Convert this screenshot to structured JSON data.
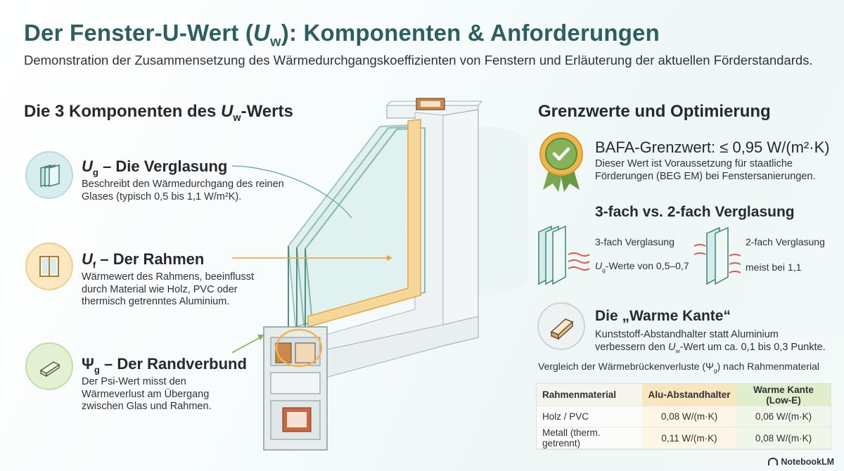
{
  "header": {
    "title_main": "Der Fenster-U-Wert (",
    "title_u": "U",
    "title_sub": "w",
    "title_rest": "): Komponenten & Anforderungen",
    "subtitle": "Demonstration der Zusammensetzung des Wärmedurchgangskoeffizienten von Fenstern und Erläuterung der aktuellen Förderstandards."
  },
  "left": {
    "heading_pre": "Die 3 Komponenten des ",
    "heading_u": "U",
    "heading_sub": "w",
    "heading_post": "-Werts",
    "components": [
      {
        "sym": "U",
        "sub": "g",
        "label": " – Die Verglasung",
        "icon": "glass-panes-icon",
        "desc": "Beschreibt den Wärmedurchgang des reinen Glases (typisch 0,5 bis 1,1 W/m²K)."
      },
      {
        "sym": "U",
        "sub": "f",
        "label": " – Der Rahmen",
        "icon": "window-frame-icon",
        "desc": "Wärmewert des Rahmens, beeinflusst durch Material wie Holz, PVC oder thermisch getrenntes Aluminium."
      },
      {
        "sym": "Ψ",
        "sub": "g",
        "label": " – Der Randverbund",
        "icon": "spacer-profile-icon",
        "desc": "Der Psi-Wert misst den Wärmeverlust am Übergang zwischen Glas und Rahmen."
      }
    ]
  },
  "right": {
    "heading": "Grenzwerte und Optimierung",
    "bafa": {
      "icon": "award-badge-icon",
      "title": "BAFA-Grenzwert: ≤ 0,95 W/(m²·K)",
      "desc": "Dieser Wert ist Voraussetzung für staatliche Förderungen (BEG EM) bei Fenstersanierungen."
    },
    "glazing": {
      "heading": "3-fach vs. 2-fach Verglasung",
      "triple_label": "3-fach Verglasung",
      "triple_value_u": "U",
      "triple_value_sub": "g",
      "triple_value_rest": "-Werte von 0,5–0,7",
      "double_label": "2-fach Verglasung",
      "double_value": "meist bei 1,1"
    },
    "warm_edge": {
      "heading": "Die „Warme Kante“",
      "desc_pre": "Kunststoff-Abstandhalter statt Aluminium verbessern den ",
      "desc_u": "U",
      "desc_sub": "w",
      "desc_post": "-Wert um ca. 0,1 bis 0,3 Punkte."
    },
    "comparison": {
      "caption_pre": "Vergleich der Wärmebrückenverluste (",
      "caption_sym": "Ψ",
      "caption_sub": "g",
      "caption_post": ") nach Rahmenmaterial",
      "headers": [
        "Rahmenmaterial",
        "Alu-Abstandhalter",
        "Warme Kante (Low-E)"
      ],
      "rows": [
        [
          "Holz / PVC",
          "0,08 W/(m·K)",
          "0,06 W/(m·K)"
        ],
        [
          "Metall (therm. getrennt)",
          "0,11 W/(m·K)",
          "0,08 W/(m·K)"
        ]
      ]
    }
  },
  "colors": {
    "title": "#2c5f5d",
    "glass_circle": "#d8eeee",
    "frame_circle": "#fbe7c0",
    "edge_circle": "#e4f0d3",
    "accent_orange": "#e8a33a",
    "accent_green": "#86b25a",
    "accent_teal": "#5a9a98"
  },
  "brand": "NotebookLM"
}
